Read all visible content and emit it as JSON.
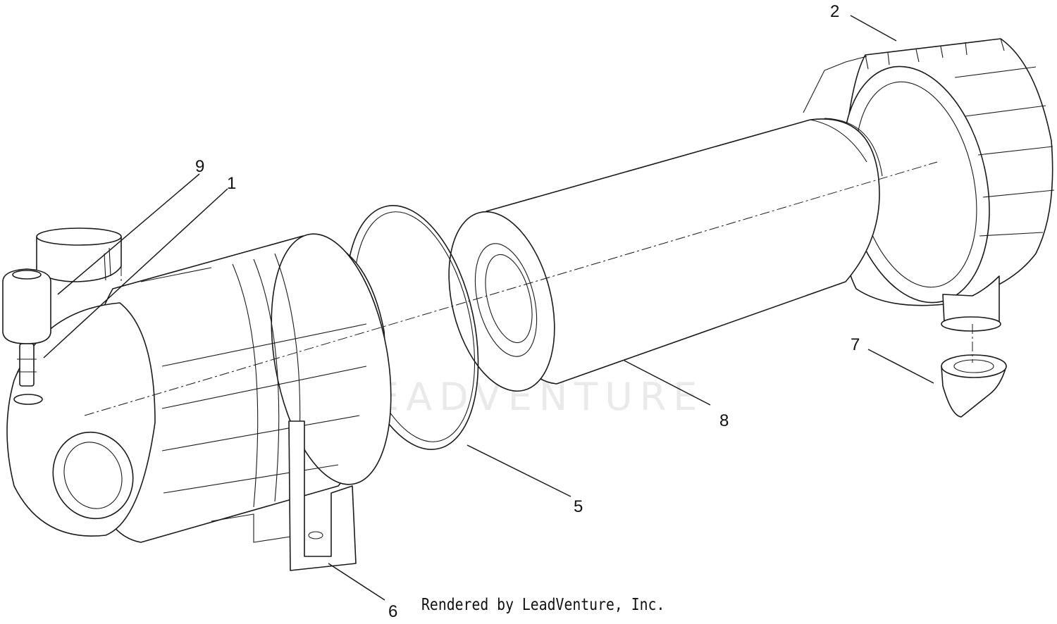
{
  "diagram": {
    "callouts": [
      {
        "id": "c9",
        "label": "9"
      },
      {
        "id": "c1",
        "label": "1"
      },
      {
        "id": "c2",
        "label": "2"
      },
      {
        "id": "c7",
        "label": "7"
      },
      {
        "id": "c8",
        "label": "8"
      },
      {
        "id": "c5",
        "label": "5"
      },
      {
        "id": "c6",
        "label": "6"
      }
    ],
    "watermark": "LEADVENTURE",
    "credit": "Rendered by LeadVenture, Inc."
  }
}
